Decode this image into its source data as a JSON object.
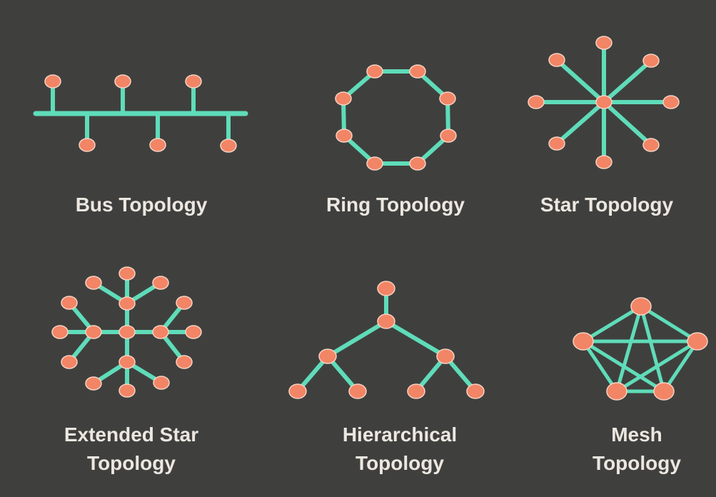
{
  "colors": {
    "background": "#3f403e",
    "link": "#5fdcb9",
    "node": "#f28565",
    "node_outline": "#f6d2c4",
    "label": "#ece7e0"
  },
  "diagrams": [
    {
      "id": "bus",
      "label_lines": [
        "Bus Topology"
      ]
    },
    {
      "id": "ring",
      "label_lines": [
        "Ring Topology"
      ]
    },
    {
      "id": "star",
      "label_lines": [
        "Star Topology"
      ]
    },
    {
      "id": "extended-star",
      "label_lines": [
        "Extended Star",
        "Topology"
      ]
    },
    {
      "id": "hierarchical",
      "label_lines": [
        "Hierarchical",
        "Topology"
      ]
    },
    {
      "id": "mesh",
      "label_lines": [
        "Mesh",
        "Topology"
      ]
    }
  ]
}
